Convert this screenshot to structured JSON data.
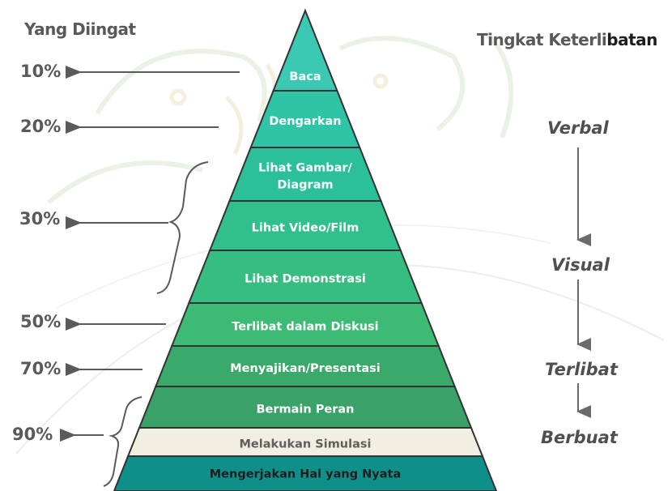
{
  "left_header": "Yang Diingat",
  "right_header_light": "Tingkat Keterli",
  "right_header_dark": "batan",
  "percentages": [
    "10%",
    "20%",
    "30%",
    "50%",
    "70%",
    "90%"
  ],
  "pyramid_levels": [
    {
      "lines": [
        "Baca"
      ],
      "color": "#3cc9b3",
      "style": "light"
    },
    {
      "lines": [
        "Dengarkan"
      ],
      "color": "#2fc4a6",
      "style": "light"
    },
    {
      "lines": [
        "Lihat Gambar/",
        "Diagram"
      ],
      "color": "#2cc09a",
      "style": "light"
    },
    {
      "lines": [
        "Lihat Video/Film"
      ],
      "color": "#30bf8d",
      "style": "light"
    },
    {
      "lines": [
        "Lihat Demonstrasi"
      ],
      "color": "#36bd7f",
      "style": "light"
    },
    {
      "lines": [
        "Terlibat dalam Diskusi"
      ],
      "color": "#3dbb75",
      "style": "light"
    },
    {
      "lines": [
        "Menyajikan/Presentasi"
      ],
      "color": "#3aaa6a",
      "style": "light"
    },
    {
      "lines": [
        "Bermain Peran"
      ],
      "color": "#3aa268",
      "style": "light"
    },
    {
      "lines": [
        "Melakukan Simulasi"
      ],
      "color": "#f1eee2",
      "style": "dark"
    },
    {
      "lines": [
        "Mengerjakan Hal yang Nyata"
      ],
      "color": "#0f8f8a",
      "style": "bottom"
    }
  ],
  "involvement_levels": [
    "Verbal",
    "Visual",
    "Terlibat",
    "Berbuat"
  ]
}
